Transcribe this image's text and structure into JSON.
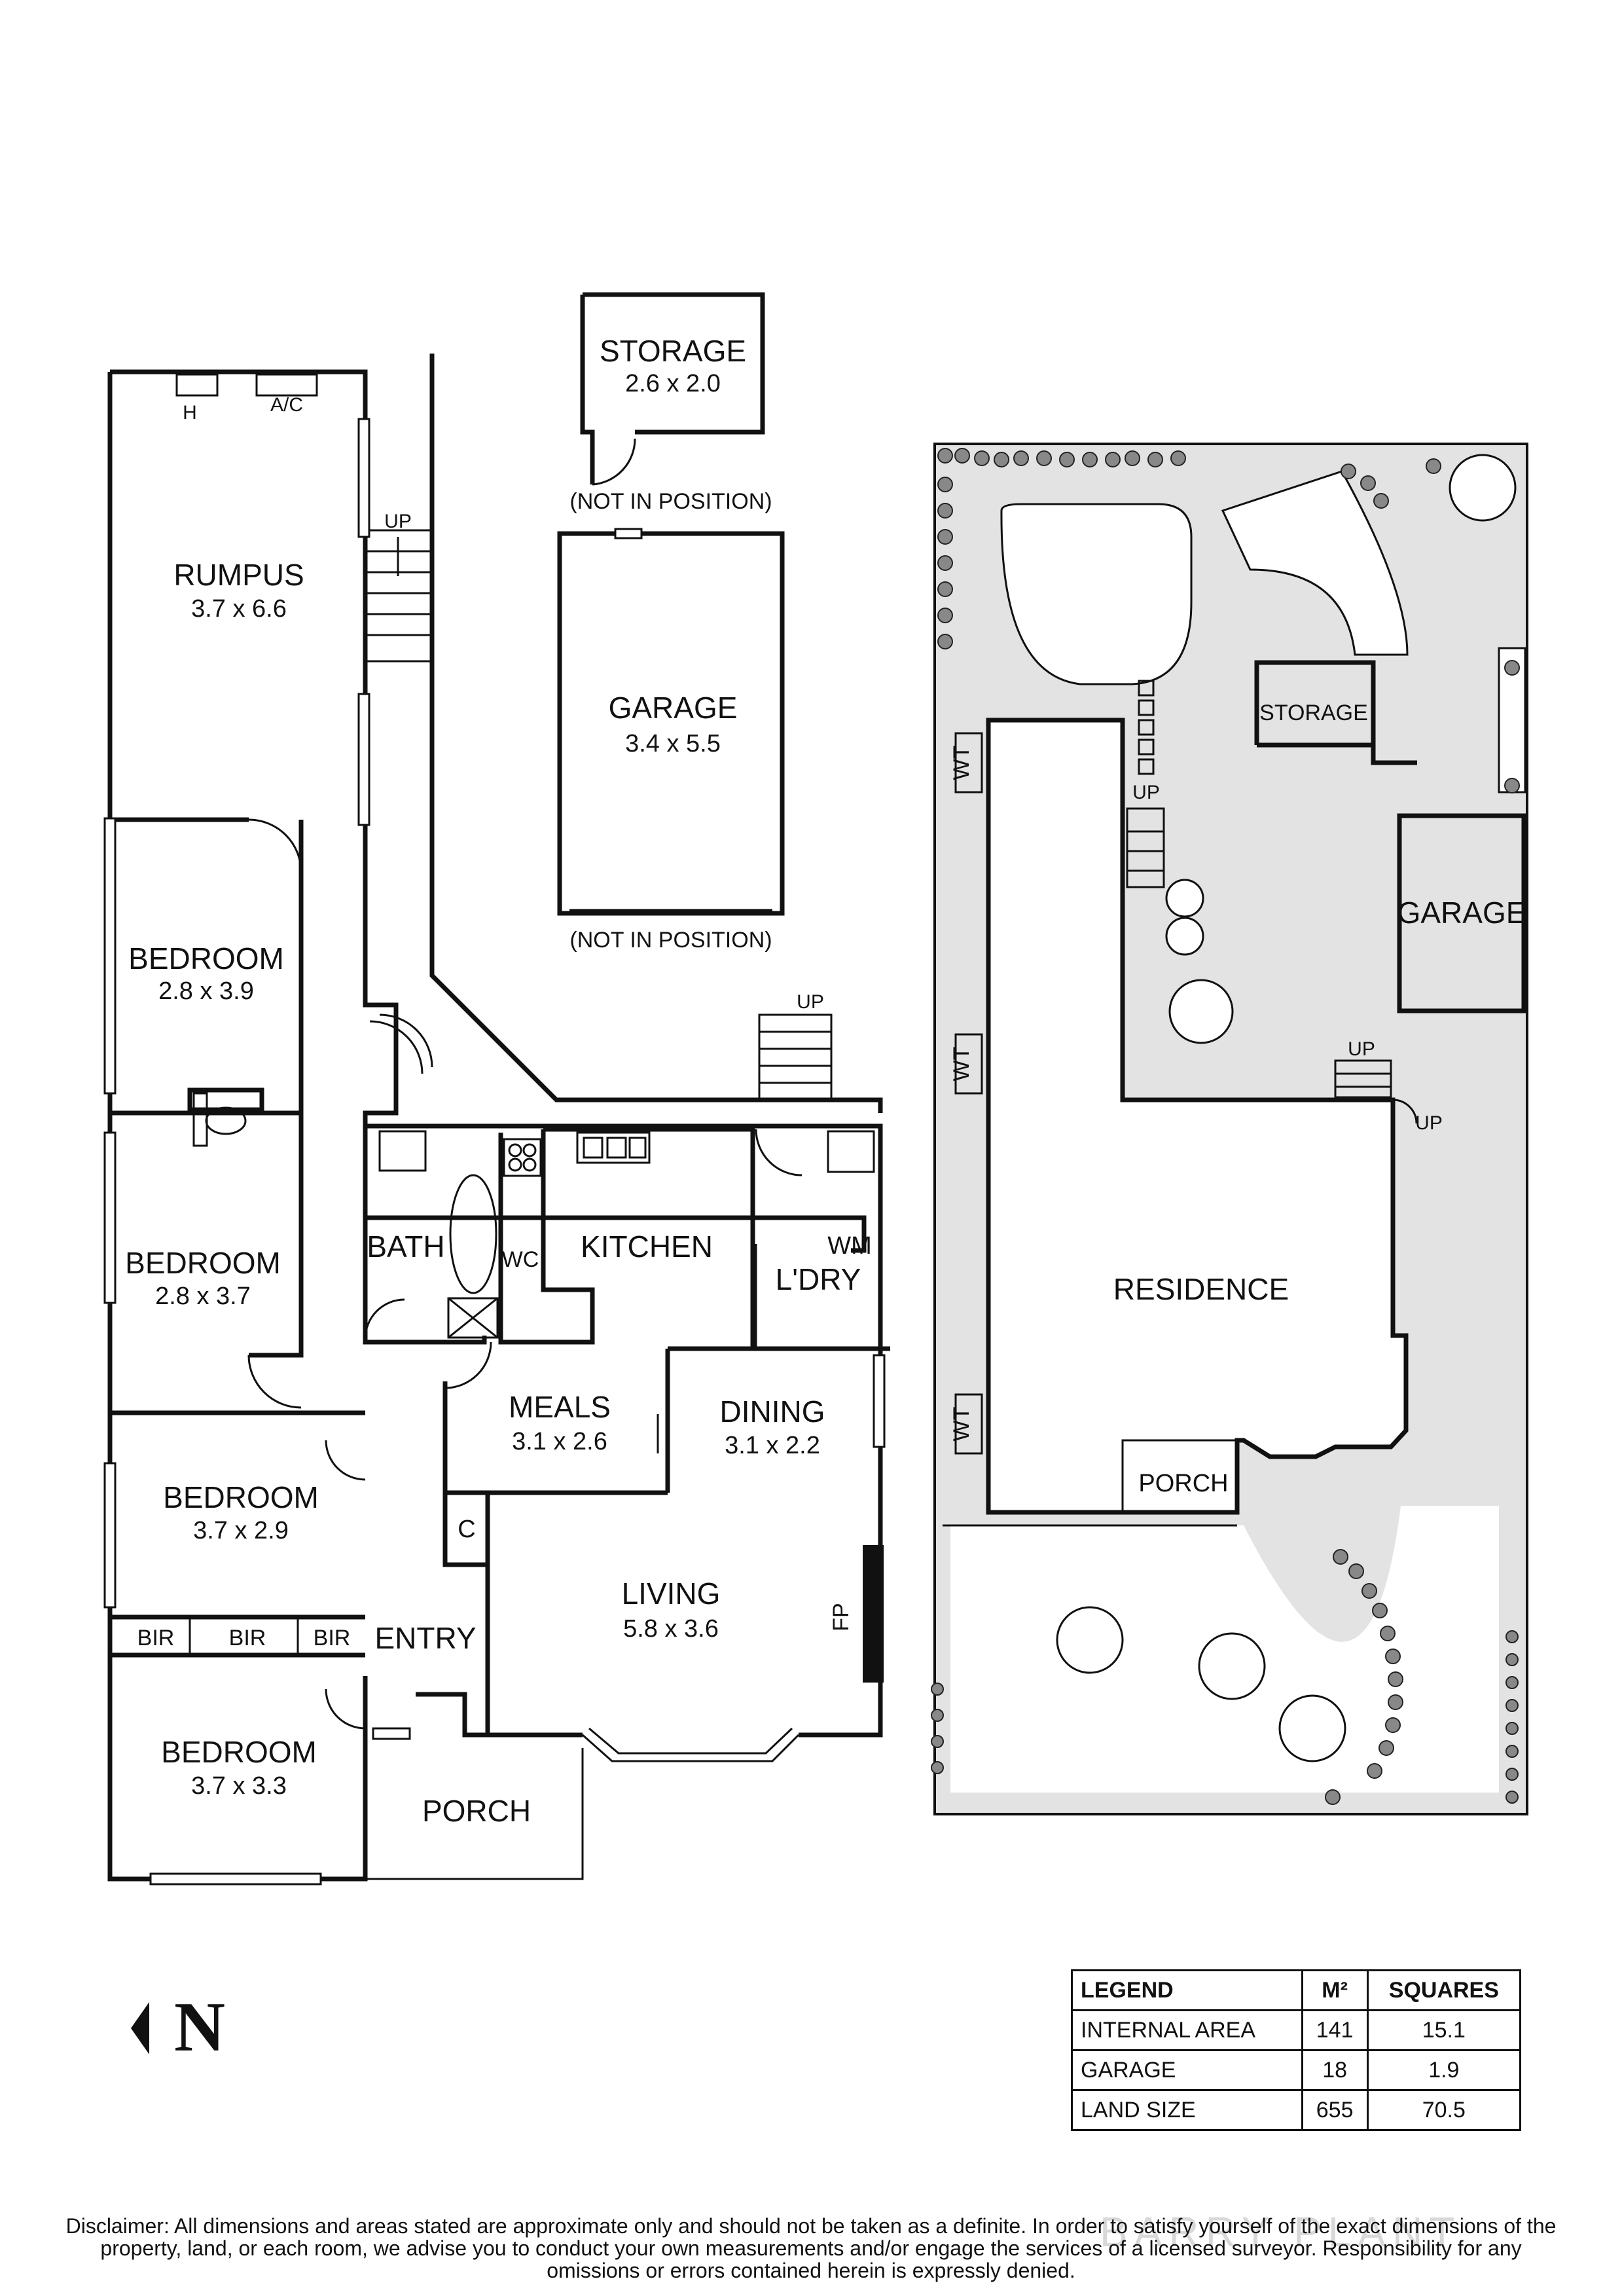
{
  "floor_plan": {
    "rooms": {
      "rumpus": {
        "name": "RUMPUS",
        "size": "3.7 x 6.6"
      },
      "storage": {
        "name": "STORAGE",
        "size": "2.6 x 2.0"
      },
      "garage": {
        "name": "GARAGE",
        "size": "3.4 x 5.5"
      },
      "bedroom1": {
        "name": "BEDROOM",
        "size": "2.8 x 3.9"
      },
      "bedroom2": {
        "name": "BEDROOM",
        "size": "2.8 x 3.7"
      },
      "bedroom3": {
        "name": "BEDROOM",
        "size": "3.7 x 2.9"
      },
      "bedroom4": {
        "name": "BEDROOM",
        "size": "3.7 x 3.3"
      },
      "kitchen": {
        "name": "KITCHEN"
      },
      "bath": {
        "name": "BATH"
      },
      "laundry": {
        "name": "L'DRY"
      },
      "meals": {
        "name": "MEALS",
        "size": "3.1 x 2.6"
      },
      "dining": {
        "name": "DINING",
        "size": "3.1 x 2.2"
      },
      "living": {
        "name": "LIVING",
        "size": "5.8 x 3.6"
      },
      "entry": {
        "name": "ENTRY"
      },
      "porch": {
        "name": "PORCH"
      }
    },
    "fixtures": {
      "heater": "H",
      "aircon": "A/C",
      "wc": "WC",
      "washing_machine": "WM",
      "cupboard": "C",
      "fireplace": "FP",
      "bir": "BIR",
      "up": "UP"
    },
    "notes": {
      "not_in_position": "(NOT IN POSITION)"
    }
  },
  "site_plan": {
    "residence": "RESIDENCE",
    "storage": "STORAGE",
    "garage": "GARAGE",
    "porch": "PORCH",
    "water_tank": "WT",
    "up": "UP"
  },
  "legend": {
    "headers": [
      "LEGEND",
      "M²",
      "SQUARES"
    ],
    "rows": [
      {
        "label": "INTERNAL AREA",
        "m2": "141",
        "squares": "15.1"
      },
      {
        "label": "GARAGE",
        "m2": "18",
        "squares": "1.9"
      },
      {
        "label": "LAND SIZE",
        "m2": "655",
        "squares": "70.5"
      }
    ]
  },
  "north": "N",
  "disclaimer": "Disclaimer: All dimensions and areas stated are approximate only and should not be taken as a definite. In order to satisfy yourself of the exact dimensions of the property, land, or each room, we advise you to conduct your own measurements and/or engage the services of a licensed surveyor. Responsibility for any omissions or errors contained herein is expressly denied.",
  "watermark": "BARRY PLANT"
}
